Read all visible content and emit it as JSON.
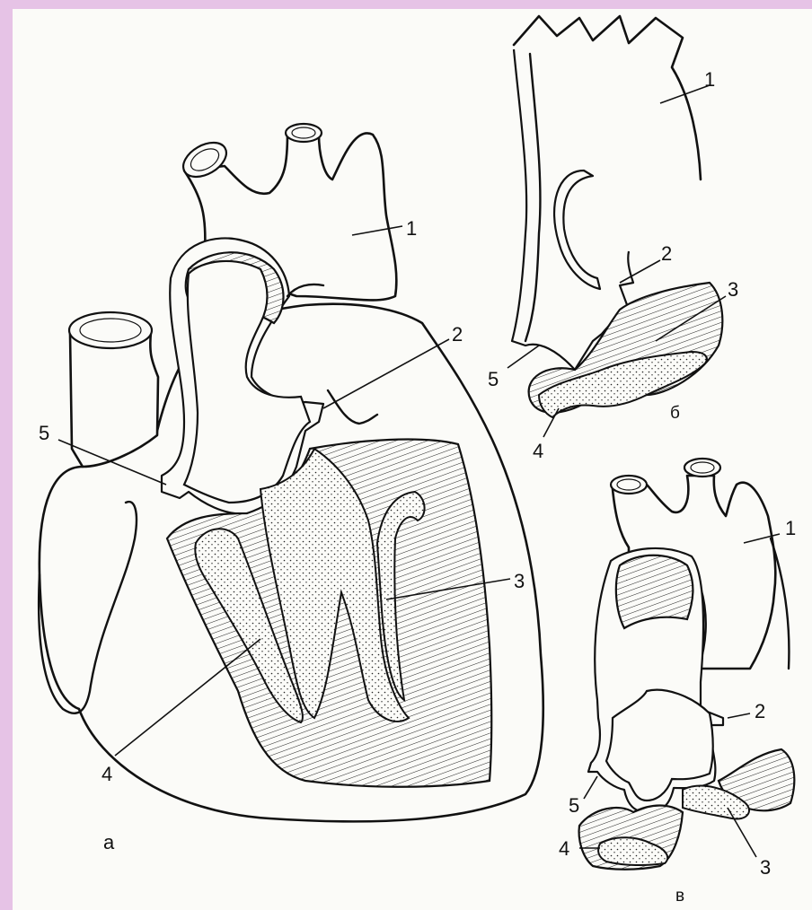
{
  "labels": {
    "a": {
      "l1": "1",
      "l2": "2",
      "l3": "3",
      "l4": "4",
      "l5": "5",
      "panel": "а"
    },
    "b": {
      "l1": "1",
      "l2": "2",
      "l3": "3",
      "l4": "4",
      "l5": "5",
      "panel": "б"
    },
    "c": {
      "l1": "1",
      "l2": "2",
      "l3": "3",
      "l4": "4",
      "l5": "5",
      "panel": "в"
    }
  },
  "colors": {
    "border": "#e6c3e6",
    "paper": "#fbfbf8",
    "ink": "#111111"
  }
}
